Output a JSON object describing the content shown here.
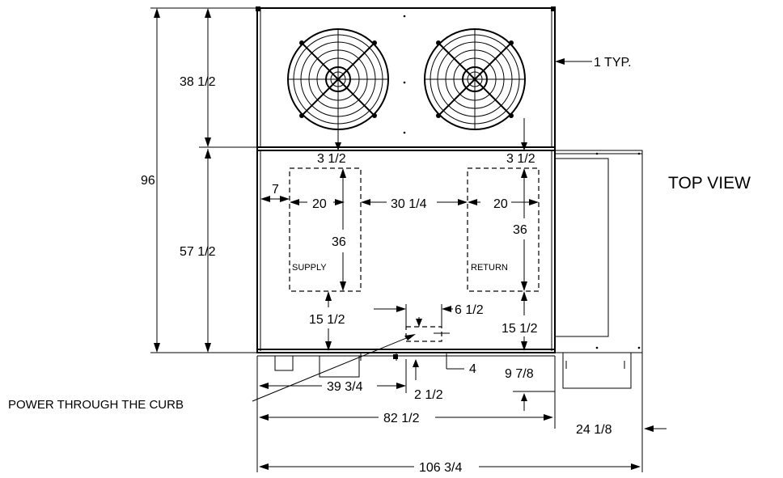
{
  "title": "TOP VIEW",
  "labels": {
    "supply": "SUPPLY",
    "return": "RETURN",
    "power": "POWER THROUGH THE CURB"
  },
  "dimensions": {
    "d_96": "96",
    "d_38_1_2": "38 1/2",
    "d_57_1_2": "57 1/2",
    "d_1_typ": "1 TYP.",
    "d_3_1_2_left": "3 1/2",
    "d_3_1_2_right": "3 1/2",
    "d_7": "7",
    "d_20_left": "20",
    "d_30_1_4": "30 1/4",
    "d_20_right": "20",
    "d_36_left": "36",
    "d_36_right": "36",
    "d_15_1_2_left": "15 1/2",
    "d_15_1_2_right": "15 1/2",
    "d_6_1_2": "6 1/2",
    "d_4": "4",
    "d_2_1_2": "2 1/2",
    "d_9_7_8": "9 7/8",
    "d_39_3_4": "39 3/4",
    "d_82_1_2": "82 1/2",
    "d_24_1_8": "24 1/8",
    "d_106_3_4": "106 3/4"
  }
}
